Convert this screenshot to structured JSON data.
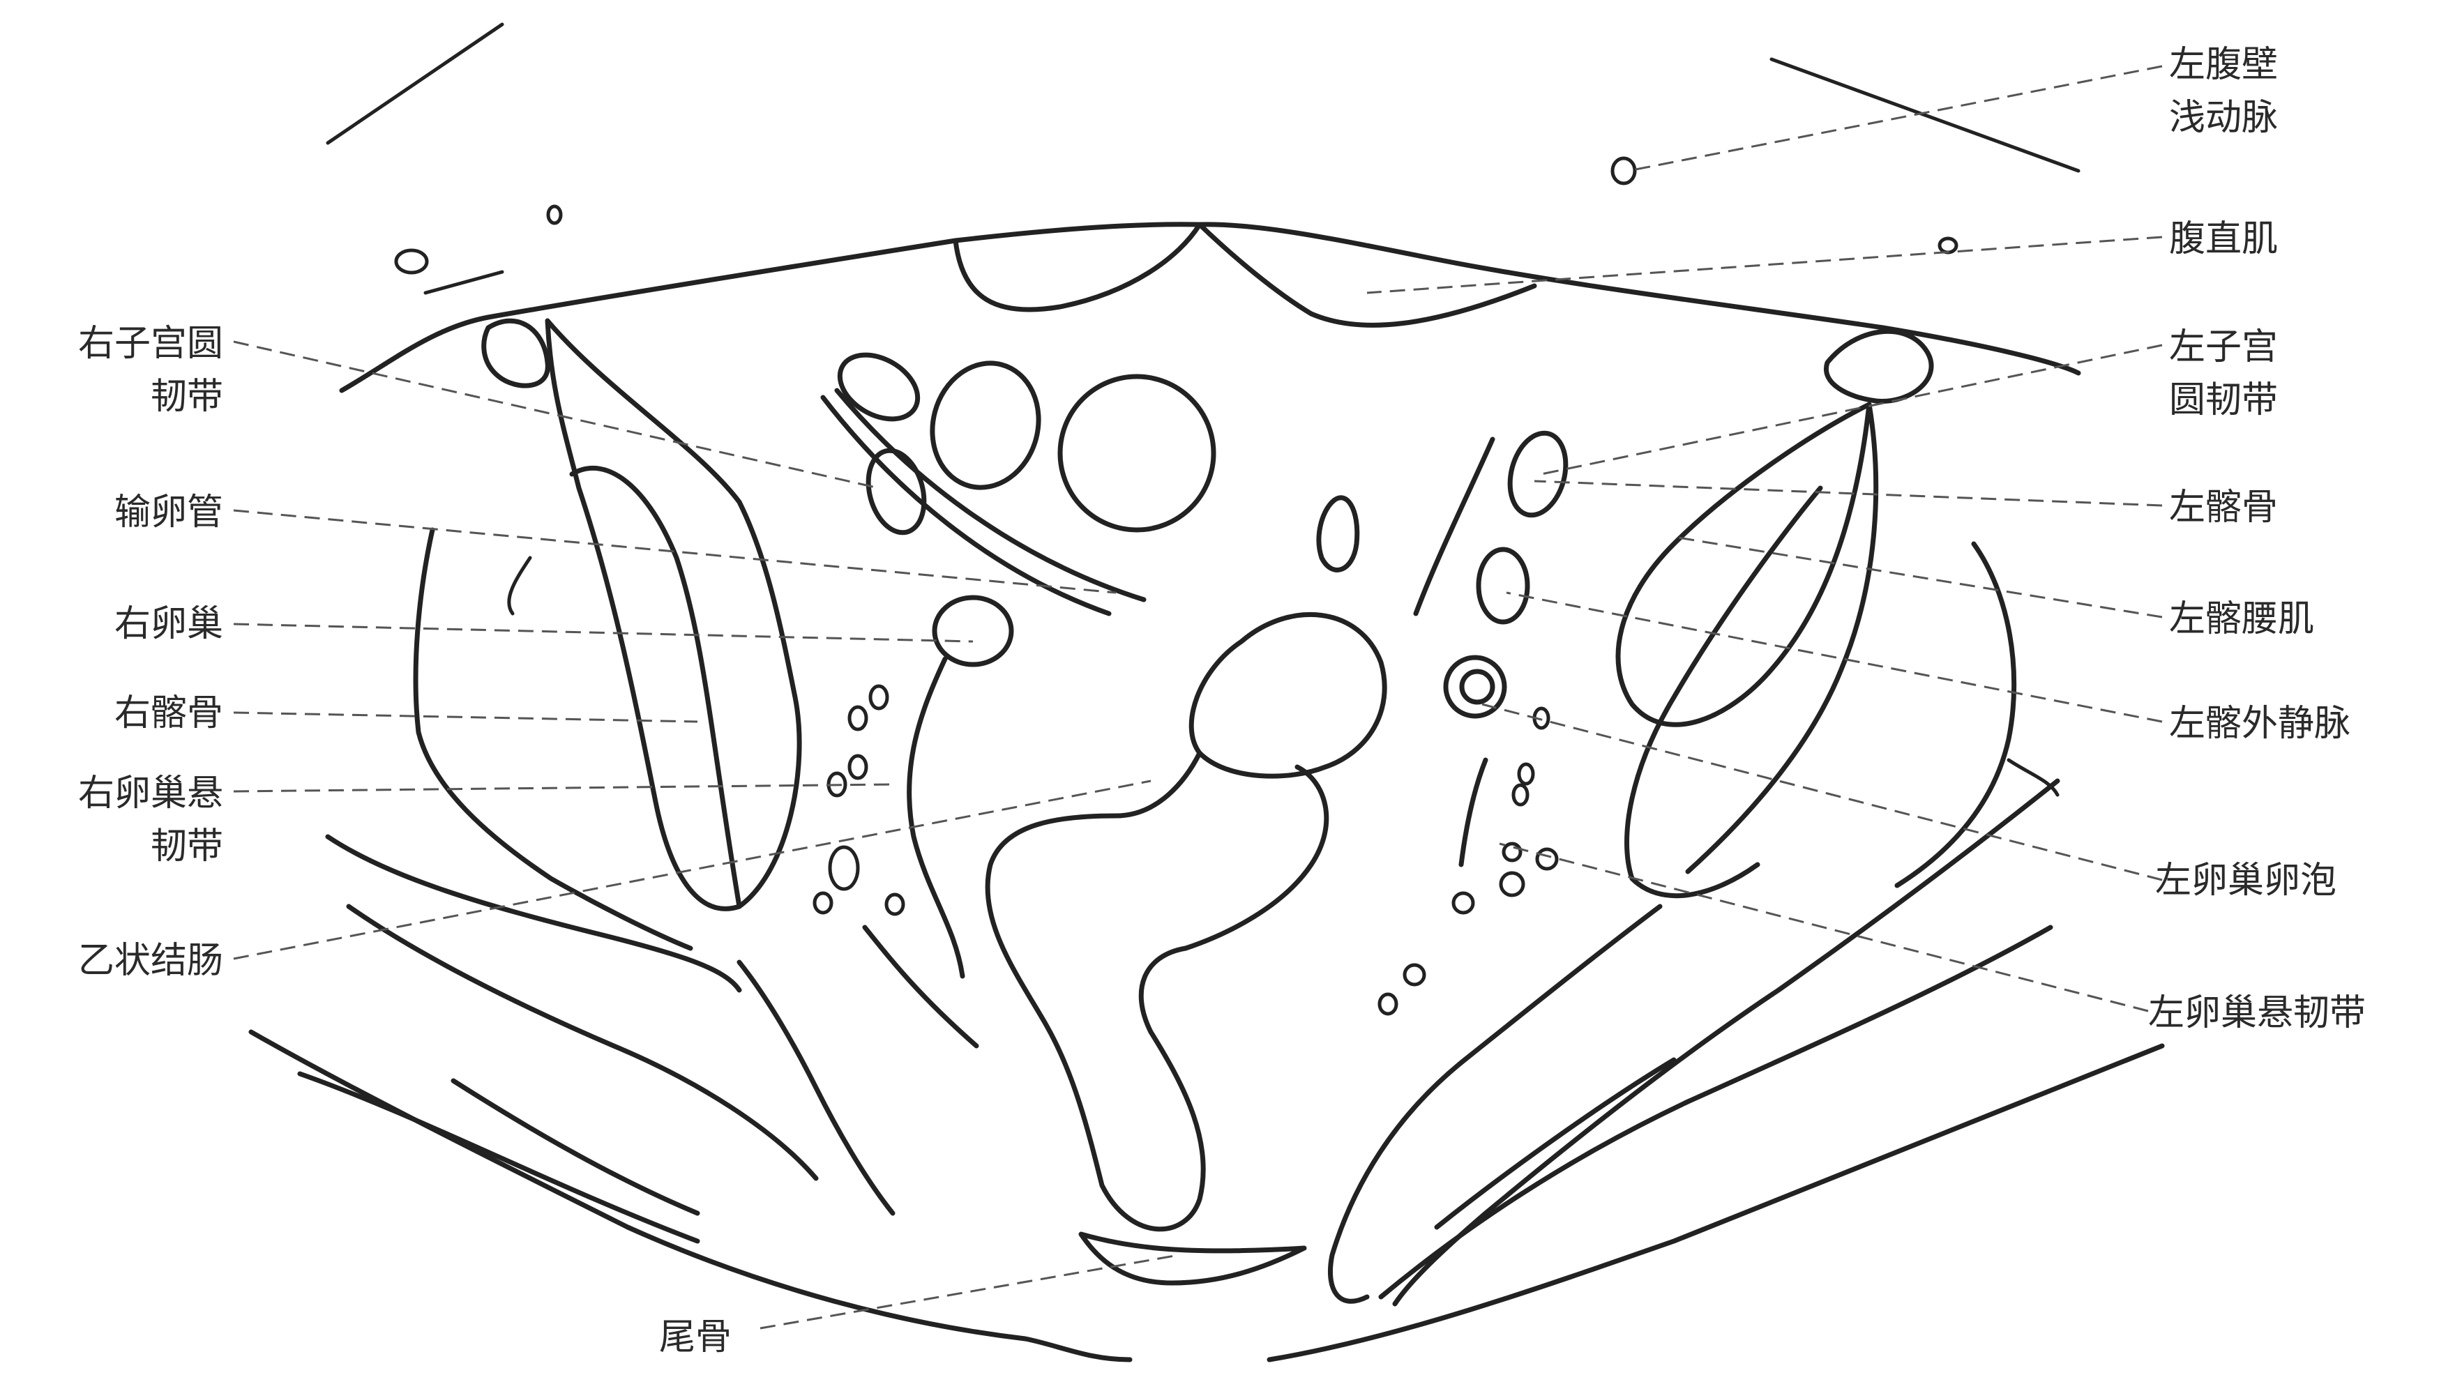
{
  "labels": {
    "right_round_ligament": [
      "右子宫圆",
      "韧带"
    ],
    "oviduct": "输卵管",
    "right_ovary": "右卵巢",
    "right_ilium": "右髂骨",
    "right_suspensory_ligament": [
      "右卵巢悬",
      "韧带"
    ],
    "sigmoid_colon": "乙状结肠",
    "coccyx": "尾骨",
    "left_superficial_epigastric_artery": [
      "左腹壁",
      "浅动脉"
    ],
    "rectus_abdominis": "腹直肌",
    "left_round_ligament": [
      "左子宫",
      "圆韧带"
    ],
    "left_ilium": "左髂骨",
    "left_iliopsoas": "左髂腰肌",
    "left_external_iliac_vein": "左髂外静脉",
    "left_ovarian_follicle": "左卵巢卵泡",
    "left_suspensory_ligament": "左卵巢悬韧带"
  }
}
